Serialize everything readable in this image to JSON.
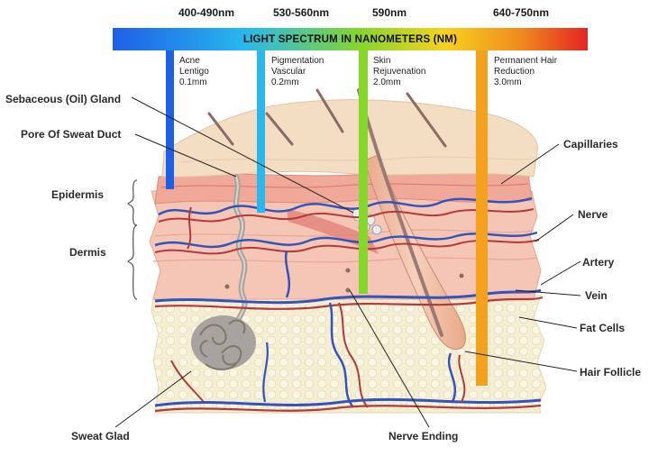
{
  "wavelengths": [
    "400-490nm",
    "530-560nm",
    "590nm",
    "640-750nm"
  ],
  "banner_title": "LIGHT SPECTRUM IN NANOMETERS (NM)",
  "bands": [
    {
      "line1": "Acne",
      "line2": "Lentigo",
      "line3": "0.1mm",
      "color": "#1f5fe6"
    },
    {
      "line1": "Pigmentation",
      "line2": "Vascular",
      "line3": "0.2mm",
      "color": "#29b8ee"
    },
    {
      "line1": "Skin",
      "line2": "Rejuvenation",
      "line3": "2.0mm",
      "color": "#86d62c"
    },
    {
      "line1": "Permanent Hair",
      "line2": "Reduction",
      "line3": "3.0mm",
      "color": "#f4a21e"
    }
  ],
  "labels": {
    "sebaceous": "Sebaceous (Oil) Gland",
    "pore": "Pore Of Sweat Duct",
    "epidermis": "Epidermis",
    "dermis": "Dermis",
    "sweat_gland": "Sweat Glad",
    "capillaries": "Capillaries",
    "nerve": "Nerve",
    "artery": "Artery",
    "vein": "Vein",
    "fat_cells": "Fat Cells",
    "hair_follicle": "Hair Follicle",
    "nerve_ending": "Nerve Ending"
  },
  "colors": {
    "spectrum": [
      "#1f5fe6",
      "#29b8ee",
      "#86d62c",
      "#f6d21e",
      "#f08a1e",
      "#e32424"
    ],
    "skin_top": "#f3ddc3",
    "epidermis": "#f2b6a8",
    "dermis": "#f5c8b8",
    "fat": "#f5efd6",
    "artery": "#b23a3a",
    "vein": "#2f4fb8"
  }
}
